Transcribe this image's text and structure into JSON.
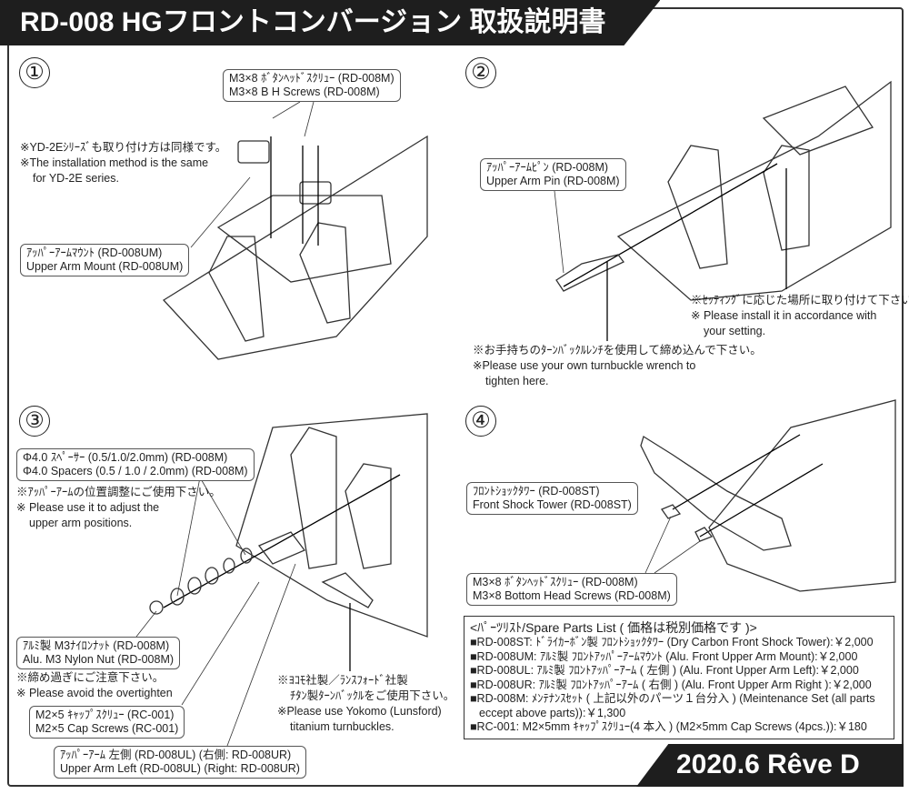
{
  "title": "RD-008 HGフロントコンバージョン 取扱説明書",
  "footer": "2020.6 Rêve D",
  "steps": [
    "①",
    "②",
    "③",
    "④"
  ],
  "step1": {
    "screws": [
      "M3×8 ﾎﾞﾀﾝﾍｯﾄﾞｽｸﾘｭｰ (RD-008M)",
      "M3×8 B H Screws (RD-008M)"
    ],
    "note": [
      "※YD-2Eｼﾘｰｽﾞも取り付け方は同様です。",
      "※The installation method is the same",
      "for YD-2E series."
    ],
    "mount": [
      "ｱｯﾊﾟｰｱｰﾑﾏｳﾝﾄ (RD-008UM)",
      "Upper Arm Mount (RD-008UM)"
    ]
  },
  "step2": {
    "pin": [
      "ｱｯﾊﾟｰｱｰﾑﾋﾟﾝ (RD-008M)",
      "Upper Arm Pin (RD-008M)"
    ],
    "note_setting": [
      "※ｾｯﾃｨﾝｸﾞに応じた場所に取り付けて下さい。",
      "※ Please install it in accordance with",
      "your setting."
    ],
    "note_wrench": [
      "※お手持ちのﾀｰﾝﾊﾞｯｸﾙﾚﾝﾁを使用して締め込んで下さい。",
      "※Please use your own turnbuckle wrench to",
      "tighten here."
    ]
  },
  "step3": {
    "spacers": [
      "Φ4.0 ｽﾍﾟｰｻｰ (0.5/1.0/2.0mm) (RD-008M)",
      "Φ4.0 Spacers (0.5 / 1.0 / 2.0mm) (RD-008M)"
    ],
    "note_spacers": [
      "※ｱｯﾊﾟｰｱｰﾑの位置調整にご使用下さい。",
      "※ Please use it to adjust the",
      "upper arm positions."
    ],
    "nut": [
      "ｱﾙﾐ製 M3ﾅｲﾛﾝﾅｯﾄ (RD-008M)",
      "Alu. M3 Nylon Nut (RD-008M)"
    ],
    "note_nut": [
      "※締め過ぎにご注意下さい。",
      "※  Please avoid the overtighten"
    ],
    "cap": [
      "M2×5 ｷｬｯﾌﾟｽｸﾘｭｰ (RC-001)",
      "M2×5 Cap Screws (RC-001)"
    ],
    "arm": [
      "ｱｯﾊﾟｰｱｰﾑ 左側 (RD-008UL) (右側: RD-008UR)",
      "Upper Arm Left (RD-008UL) (Right: RD-008UR)"
    ],
    "note_turnbuckle": [
      "※ﾖｺﾓ社製／ﾗﾝｽﾌｫｰﾄﾞ社製",
      "ﾁﾀﾝ製ﾀｰﾝﾊﾞｯｸﾙをご使用下さい。",
      "※Please use Yokomo (Lunsford)",
      "titanium turnbuckles."
    ]
  },
  "step4": {
    "tower": [
      "ﾌﾛﾝﾄｼｮｯｸﾀﾜｰ (RD-008ST)",
      "Front Shock Tower (RD-008ST)"
    ],
    "screws": [
      "M3×8 ﾎﾞﾀﾝﾍｯﾄﾞｽｸﾘｭｰ (RD-008M)",
      "M3×8 Bottom Head Screws (RD-008M)"
    ]
  },
  "parts_list": {
    "heading": "<ﾊﾟｰﾂﾘｽﾄ/Spare Parts List ( 価格は税別価格です )>",
    "items": [
      "■RD-008ST: ﾄﾞﾗｲｶｰﾎﾞﾝ製 ﾌﾛﾝﾄｼｮｯｸﾀﾜｰ (Dry Carbon Front Shock Tower):￥2,000",
      "■RD-008UM: ｱﾙﾐ製 ﾌﾛﾝﾄｱｯﾊﾟｰｱｰﾑﾏｳﾝﾄ (Alu. Front Upper Arm Mount):￥2,000",
      "■RD-008UL: ｱﾙﾐ製 ﾌﾛﾝﾄｱｯﾊﾟｰｱｰﾑ ( 左側 ) (Alu. Front Upper Arm Left):￥2,000",
      "■RD-008UR: ｱﾙﾐ製 ﾌﾛﾝﾄｱｯﾊﾟｰｱｰﾑ ( 右側 ) (Alu. Front Upper Arm Right ):￥2,000",
      "■RD-008M: ﾒﾝﾃﾅﾝｽｾｯﾄ ( 上記以外のパーツ１台分入 ) (Meintenance Set (all parts",
      "  eccept above parts)):￥1,300",
      "■RC-001: M2×5mm ｷｬｯﾌﾟｽｸﾘｭｰ(4 本入 ) (M2×5mm Cap Screws (4pcs.)):￥180"
    ]
  }
}
